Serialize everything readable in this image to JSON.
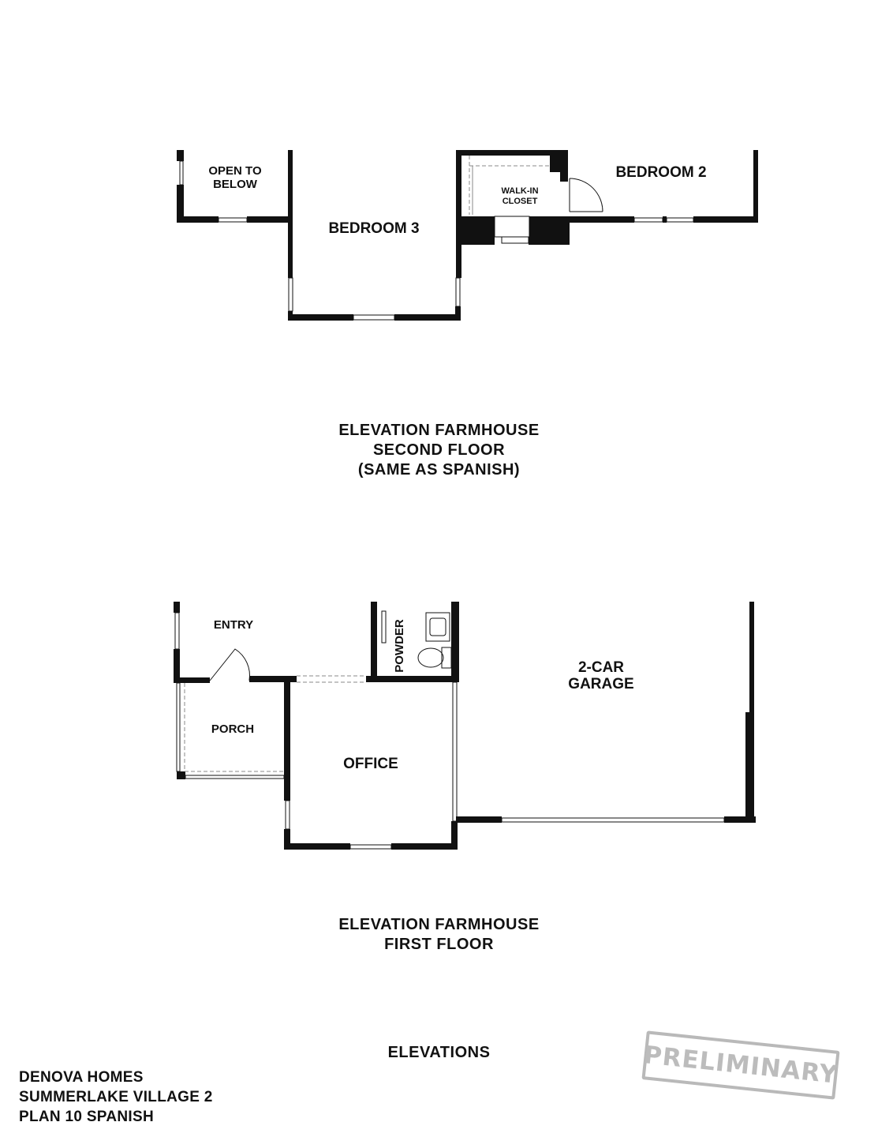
{
  "second_floor": {
    "rooms": {
      "open_to_below_l1": "OPEN TO",
      "open_to_below_l2": "BELOW",
      "bedroom3": "BEDROOM 3",
      "bedroom2": "BEDROOM 2",
      "closet_l1": "WALK-IN",
      "closet_l2": "CLOSET"
    },
    "caption": {
      "line1": "ELEVATION FARMHOUSE",
      "line2": "SECOND FLOOR",
      "line3": "(SAME AS SPANISH)"
    }
  },
  "first_floor": {
    "rooms": {
      "entry": "ENTRY",
      "powder": "POWDER",
      "garage_l1": "2-CAR",
      "garage_l2": "GARAGE",
      "porch": "PORCH",
      "office": "OFFICE"
    },
    "caption": {
      "line1": "ELEVATION FARMHOUSE",
      "line2": "FIRST FLOOR"
    }
  },
  "sheet_title": "ELEVATIONS",
  "company": {
    "line1": "DENOVA HOMES",
    "line2": "SUMMERLAKE VILLAGE 2",
    "line3": "PLAN 10 SPANISH"
  },
  "stamp_text": "PRELIMINARY",
  "colors": {
    "wall": "#111111",
    "stamp": "#bcbcbc"
  }
}
